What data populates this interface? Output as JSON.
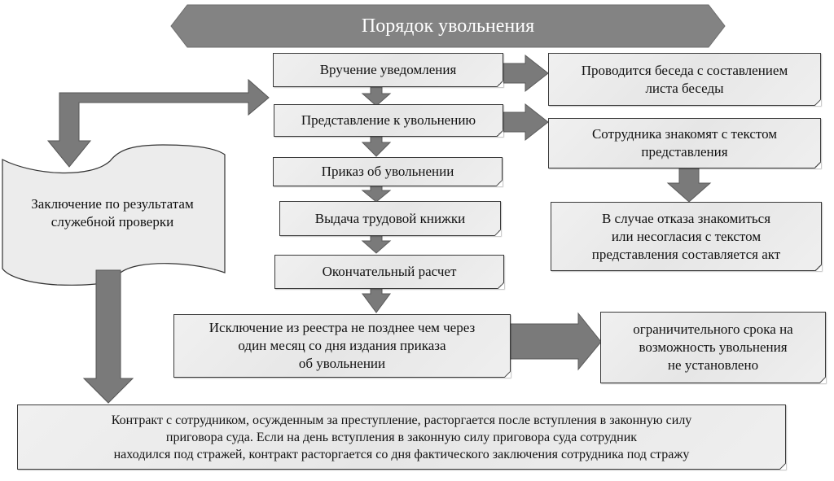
{
  "title": "Порядок увольнения",
  "colors": {
    "banner": "#838383",
    "arrow": "#7a7a7a",
    "box_fill": "#ececec",
    "border": "#3a3a3a"
  },
  "steps": [
    {
      "label": "Вручение уведомления"
    },
    {
      "label": "Представление к увольнению"
    },
    {
      "label": "Приказ об увольнении"
    },
    {
      "label": "Выдача трудовой книжки"
    },
    {
      "label": "Окончательный расчет"
    },
    {
      "label": "Исключение из реестра  не позднее чем через\nодин месяц со дня издания приказа\nоб увольнении"
    }
  ],
  "side_notes": {
    "conversation": "Проводится  беседа  с составлением\nлиста беседы",
    "acquaint": "Сотрудника знакомят с текстом\nпредставления",
    "refusal": "В случае отказа знакомиться\nили несогласия с текстом\nпредставления составляется акт",
    "no_limit": "ограничительного срока на\nвозможность увольнения\nне установлено"
  },
  "inspection_document": "Заключение по результатам\nслужебной проверки",
  "contract_note": "Контракт с сотрудником, осужденным за преступление, расторгается после вступления в законную силу\nприговора суда. Если на день вступления в законную силу приговора суда сотрудник\nнаходился под стражей, контракт расторгается со дня фактического заключения сотрудника под стражу",
  "icons": {
    "flow_arrow": "down-arrow",
    "side_arrow": "right-arrow",
    "document": "document-shape"
  }
}
